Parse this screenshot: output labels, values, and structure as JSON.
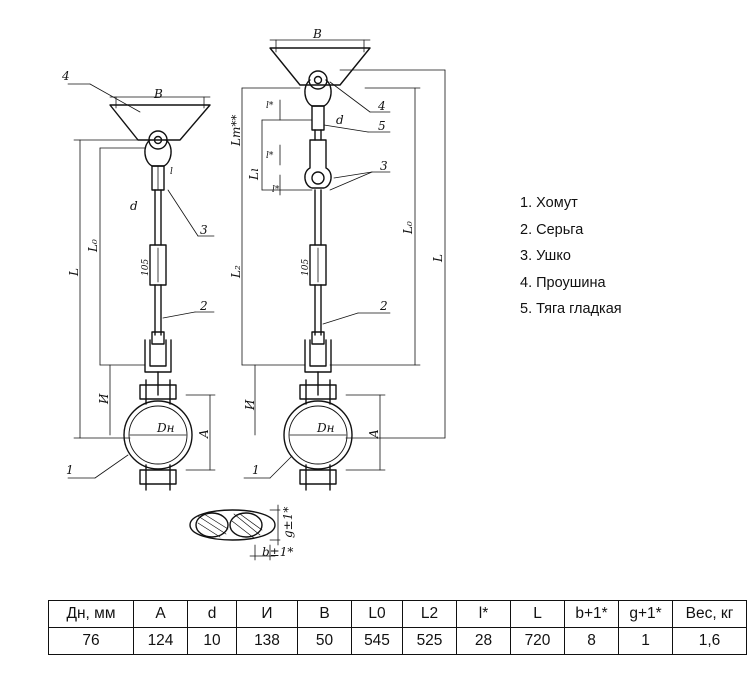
{
  "legend": [
    "1. Хомут",
    "2. Серьга",
    "3. Ушко",
    "4. Проушина",
    "5. Тяга гладкая"
  ],
  "drawing_labels": {
    "B": "B",
    "d": "d",
    "L": "L",
    "L0": "L₀",
    "L2": "L₂",
    "LT": "Lт**",
    "Li": "Lı",
    "I": "И",
    "A": "A",
    "Dn": "Dн",
    "l_star": "l*",
    "l": "l",
    "size_105": "105",
    "g1": "g±1*",
    "b1": "b±1*",
    "n1": "1",
    "n2": "2",
    "n3": "3",
    "n4": "4",
    "n5": "5"
  },
  "table": {
    "headers": [
      "Дн, мм",
      "A",
      "d",
      "И",
      "B",
      "L0",
      "L2",
      "l*",
      "L",
      "b+1*",
      "g+1*",
      "Вес, кг"
    ],
    "rows": [
      [
        "76",
        "124",
        "10",
        "138",
        "50",
        "545",
        "525",
        "28",
        "720",
        "8",
        "1",
        "1,6"
      ]
    ],
    "col_widths": [
      76,
      45,
      40,
      52,
      45,
      42,
      45,
      45,
      45,
      45,
      45,
      65
    ]
  }
}
